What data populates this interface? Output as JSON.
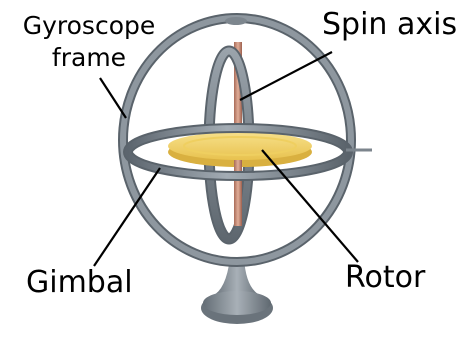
{
  "labels": {
    "gyroscope_frame_line1": "Gyroscope",
    "gyroscope_frame_line2": "frame",
    "spin_axis": "Spin axis",
    "gimbal": "Gimbal",
    "rotor": "Rotor"
  },
  "colors": {
    "frame_metal": "#6e7780",
    "frame_light": "#9aa3ab",
    "rotor_gold": "#f2d46b",
    "rotor_edge": "#e2bd4a",
    "spin_axis_copper": "#c98f7a",
    "leader_line": "#000000",
    "background": "#ffffff"
  }
}
